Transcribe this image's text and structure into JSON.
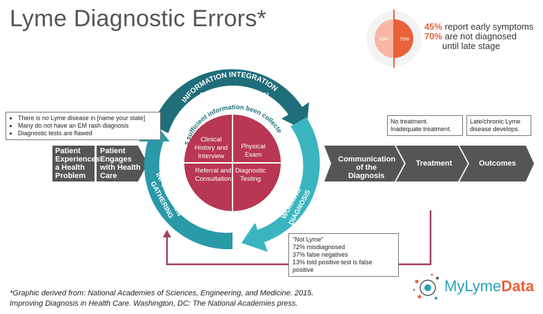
{
  "title": "Lyme Diagnostic Errors*",
  "stats": {
    "pie": {
      "early_label": "45%",
      "late_label": "70%",
      "early_value": 45,
      "late_value": 70
    },
    "line1_pct": "45%",
    "line1_text": "report early symptoms",
    "line2_pct": "70%",
    "line2_text": "are not diagnosed",
    "line3_text": "until late stage"
  },
  "left_note": {
    "items": [
      "There is no Lyme disease in [name your state]",
      "Many do not have an EM rash diagnosis",
      "Diagnostic tests are flawed"
    ]
  },
  "flow": {
    "step1": "Patient Experiences a Health Problem",
    "step2": "Patient Engages with Health Care System",
    "step3": "Communication of the Diagnosis",
    "step4": "Treatment",
    "step5": "Outcomes"
  },
  "cycle": {
    "top_label_1": "INFORMATION INTEGRATION",
    "top_label_2": "& INTERPRETATION",
    "left_label_1": "INFORMATION",
    "left_label_2": "GATHERING",
    "right_label_1": "WORKING",
    "right_label_2": "DIAGNOSIS",
    "question": "Has sufficient information been collected?",
    "q1_line1": "Clinical",
    "q1_line2": "History and",
    "q1_line3": "Interview",
    "q2_line1": "Physical",
    "q2_line2": "Exam",
    "q3_line1": "Referral and",
    "q3_line2": "Consultation",
    "q4_line1": "Diagnostic",
    "q4_line2": "Testing"
  },
  "notes": {
    "treatment_1": "No treatment.",
    "treatment_2": "Inadequate treatment.",
    "outcome_1": "Late/chronic Lyme",
    "outcome_2": "disease develops.",
    "notlyme": [
      "\"Not Lyme\"",
      "72% misdiagnosed",
      "37% false negatives",
      "13% told positive test is false positive"
    ]
  },
  "footer": {
    "line1": "*Graphic derived from: National Academies of Sciences, Engineering, and Medicine. 2015.",
    "line2": "Improving Diagnosis in Health Care. Washington, DC: The National Academies press."
  },
  "logo": {
    "part1": "MyLyme",
    "part2": "Data"
  },
  "colors": {
    "teal_dark": "#1f6e7a",
    "teal_mid": "#2a9aa8",
    "teal_light": "#3ab5c0",
    "crimson": "#b83752",
    "flow_gray": "#555555",
    "accent_orange": "#e8623c",
    "pie_light": "#f7b7a3",
    "arrow_red": "#a0415a"
  }
}
